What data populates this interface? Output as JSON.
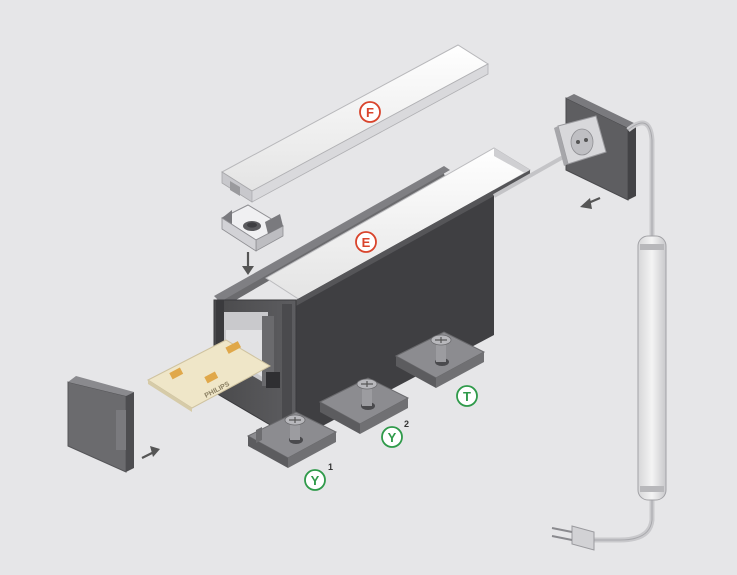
{
  "labels": {
    "cover": "F",
    "profile": "E",
    "clip_a": "Y",
    "clip_a_sup": "1",
    "clip_b": "Y",
    "clip_b_sup": "2",
    "clip_c": "T",
    "strip_brand": "PHILIPS"
  },
  "colors": {
    "background": "#e6e6e8",
    "aluminium_dark": "#545456",
    "aluminium_mid": "#6b6b6e",
    "aluminium_light": "#8c8c90",
    "diffuser": "#f4f4f4",
    "led_strip": "#efe6c8",
    "marker_red": "#d9442c",
    "marker_green": "#2f9a4a",
    "cable": "#c9c9cc"
  }
}
